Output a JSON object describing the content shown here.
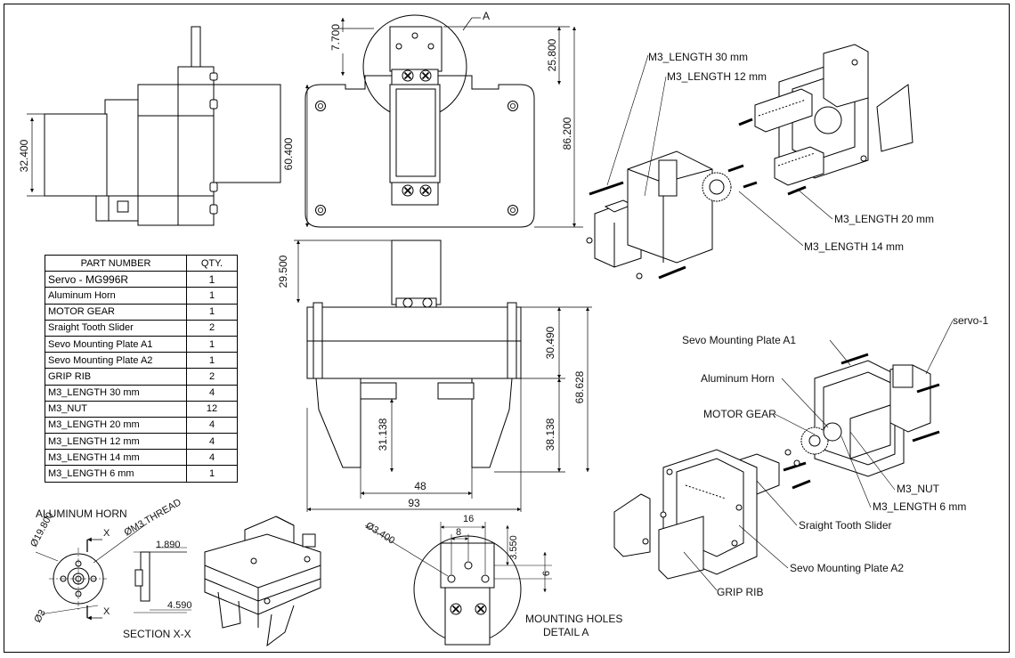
{
  "dims": {
    "side_height": "32.400",
    "top_h1": "7.700",
    "top_h2": "25.800",
    "top_h3": "60.400",
    "top_h4": "86.200",
    "front_h1": "29.500",
    "front_h2": "30.490",
    "front_h3": "68.628",
    "front_h4": "31.138",
    "front_h5": "38.138",
    "front_w1": "48",
    "front_w2": "93",
    "horn_dia": "Ø19.800",
    "horn_thread": "ØM3 THREAD",
    "horn_hole": "Ø3",
    "horn_1890": "1.890",
    "horn_4590": "4.590",
    "detail_hole": "Ø3.400",
    "detail_16": "16",
    "detail_8": "8",
    "detail_3550": "3.550",
    "detail_6": "6"
  },
  "labels": {
    "detail_marker": "A",
    "aluminum_horn_title": "ALUMINUM HORN",
    "section_label": "SECTION X-X",
    "x_marker": "X",
    "mounting_holes_1": "MOUNTING HOLES",
    "mounting_holes_2": "DETAIL A"
  },
  "exploded_top": {
    "m3_30": "M3_LENGTH 30 mm",
    "m3_12": "M3_LENGTH 12 mm",
    "m3_20": "M3_LENGTH 20 mm",
    "m3_14": "M3_LENGTH 14 mm"
  },
  "exploded_bottom": {
    "servo": "servo-1",
    "plate_a1": "Sevo Mounting Plate A1",
    "horn": "Aluminum Horn",
    "motor_gear": "MOTOR GEAR",
    "m3_nut": "M3_NUT",
    "m3_6": "M3_LENGTH 6 mm",
    "slider": "Sraight Tooth Slider",
    "plate_a2": "Sevo Mounting Plate A2",
    "grip_rib": "GRIP RIB"
  },
  "bom": {
    "header_part": "PART NUMBER",
    "header_qty": "QTY.",
    "rows": [
      {
        "part": "Servo - MG996R",
        "qty": "1"
      },
      {
        "part": "Aluminum Horn",
        "qty": "1"
      },
      {
        "part": "MOTOR GEAR",
        "qty": "1"
      },
      {
        "part": "Sraight Tooth Slider",
        "qty": "2"
      },
      {
        "part": "Sevo Mounting Plate A1",
        "qty": "1"
      },
      {
        "part": "Sevo Mounting Plate A2",
        "qty": "1"
      },
      {
        "part": "GRIP RIB",
        "qty": "2"
      },
      {
        "part": "M3_LENGTH 30 mm",
        "qty": "4"
      },
      {
        "part": "M3_NUT",
        "qty": "12"
      },
      {
        "part": "M3_LENGTH 20 mm",
        "qty": "4"
      },
      {
        "part": "M3_LENGTH 12 mm",
        "qty": "4"
      },
      {
        "part": "M3_LENGTH 14 mm",
        "qty": "4"
      },
      {
        "part": "M3_LENGTH 6 mm",
        "qty": "1"
      }
    ]
  }
}
